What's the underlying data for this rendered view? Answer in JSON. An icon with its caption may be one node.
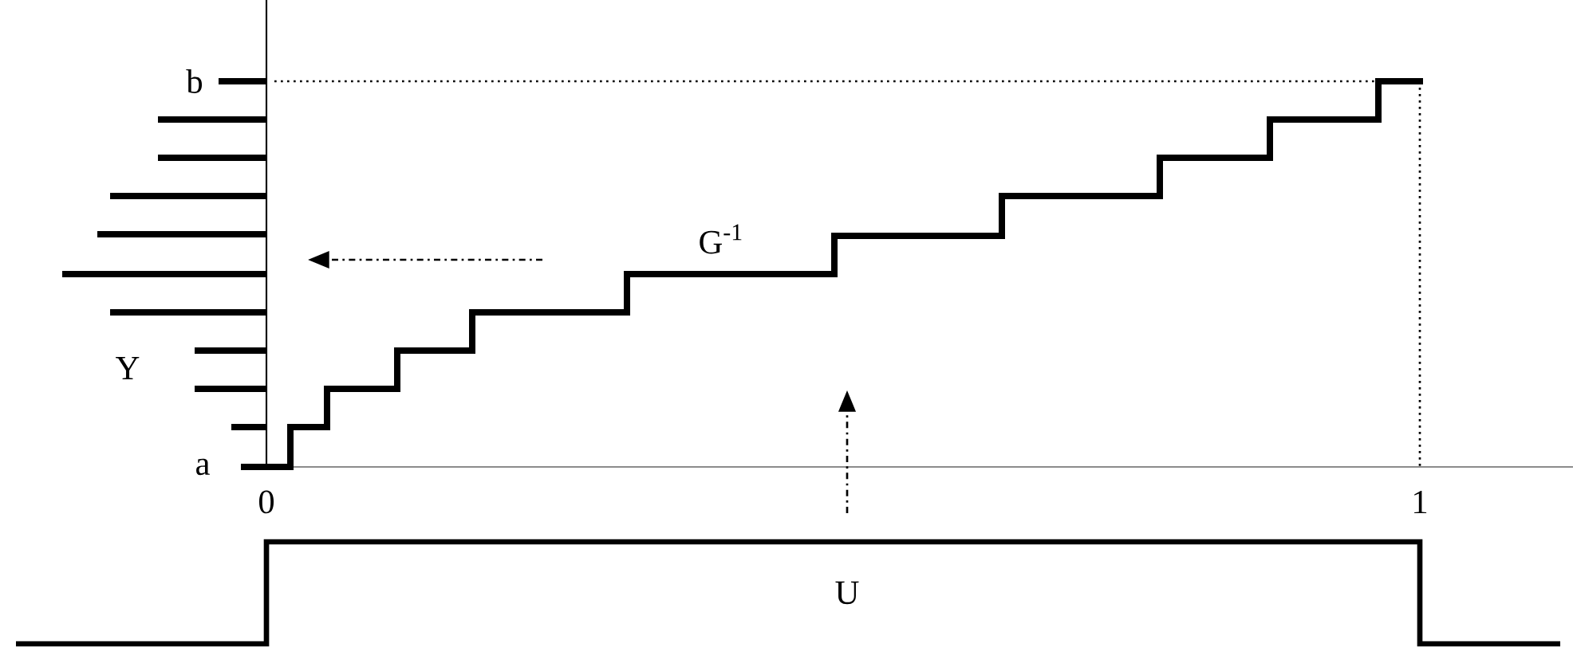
{
  "diagram": {
    "labels": [
      "b",
      "G$^{-1}$",
      "Y",
      "a",
      "0",
      "1",
      "U"
    ]
  }
}
